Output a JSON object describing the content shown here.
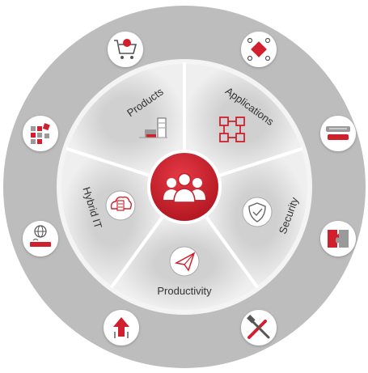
{
  "segments": [
    {
      "label": "Products",
      "icon": "server-rack-icon"
    },
    {
      "label": "Applications",
      "icon": "connected-cubes-icon"
    },
    {
      "label": "Security",
      "icon": "shield-check-icon"
    },
    {
      "label": "Productivity",
      "icon": "paper-plane-icon"
    },
    {
      "label": "Hybrid IT",
      "icon": "cloud-server-icon"
    }
  ],
  "center": {
    "icon": "people-group-icon"
  },
  "outer_icons": [
    {
      "name": "shopping-cart-icon"
    },
    {
      "name": "network-diamond-icon"
    },
    {
      "name": "network-devices-icon"
    },
    {
      "name": "puzzle-icon"
    },
    {
      "name": "tools-icon"
    },
    {
      "name": "upload-arrows-icon"
    },
    {
      "name": "globe-wifi-icon"
    },
    {
      "name": "scattered-squares-icon"
    }
  ],
  "colors": {
    "brand_red": "#d0202e",
    "ring": "#bdbdbd",
    "segment_light": "#ececec",
    "segment_dark": "#d2d2d2",
    "text": "#333333"
  }
}
